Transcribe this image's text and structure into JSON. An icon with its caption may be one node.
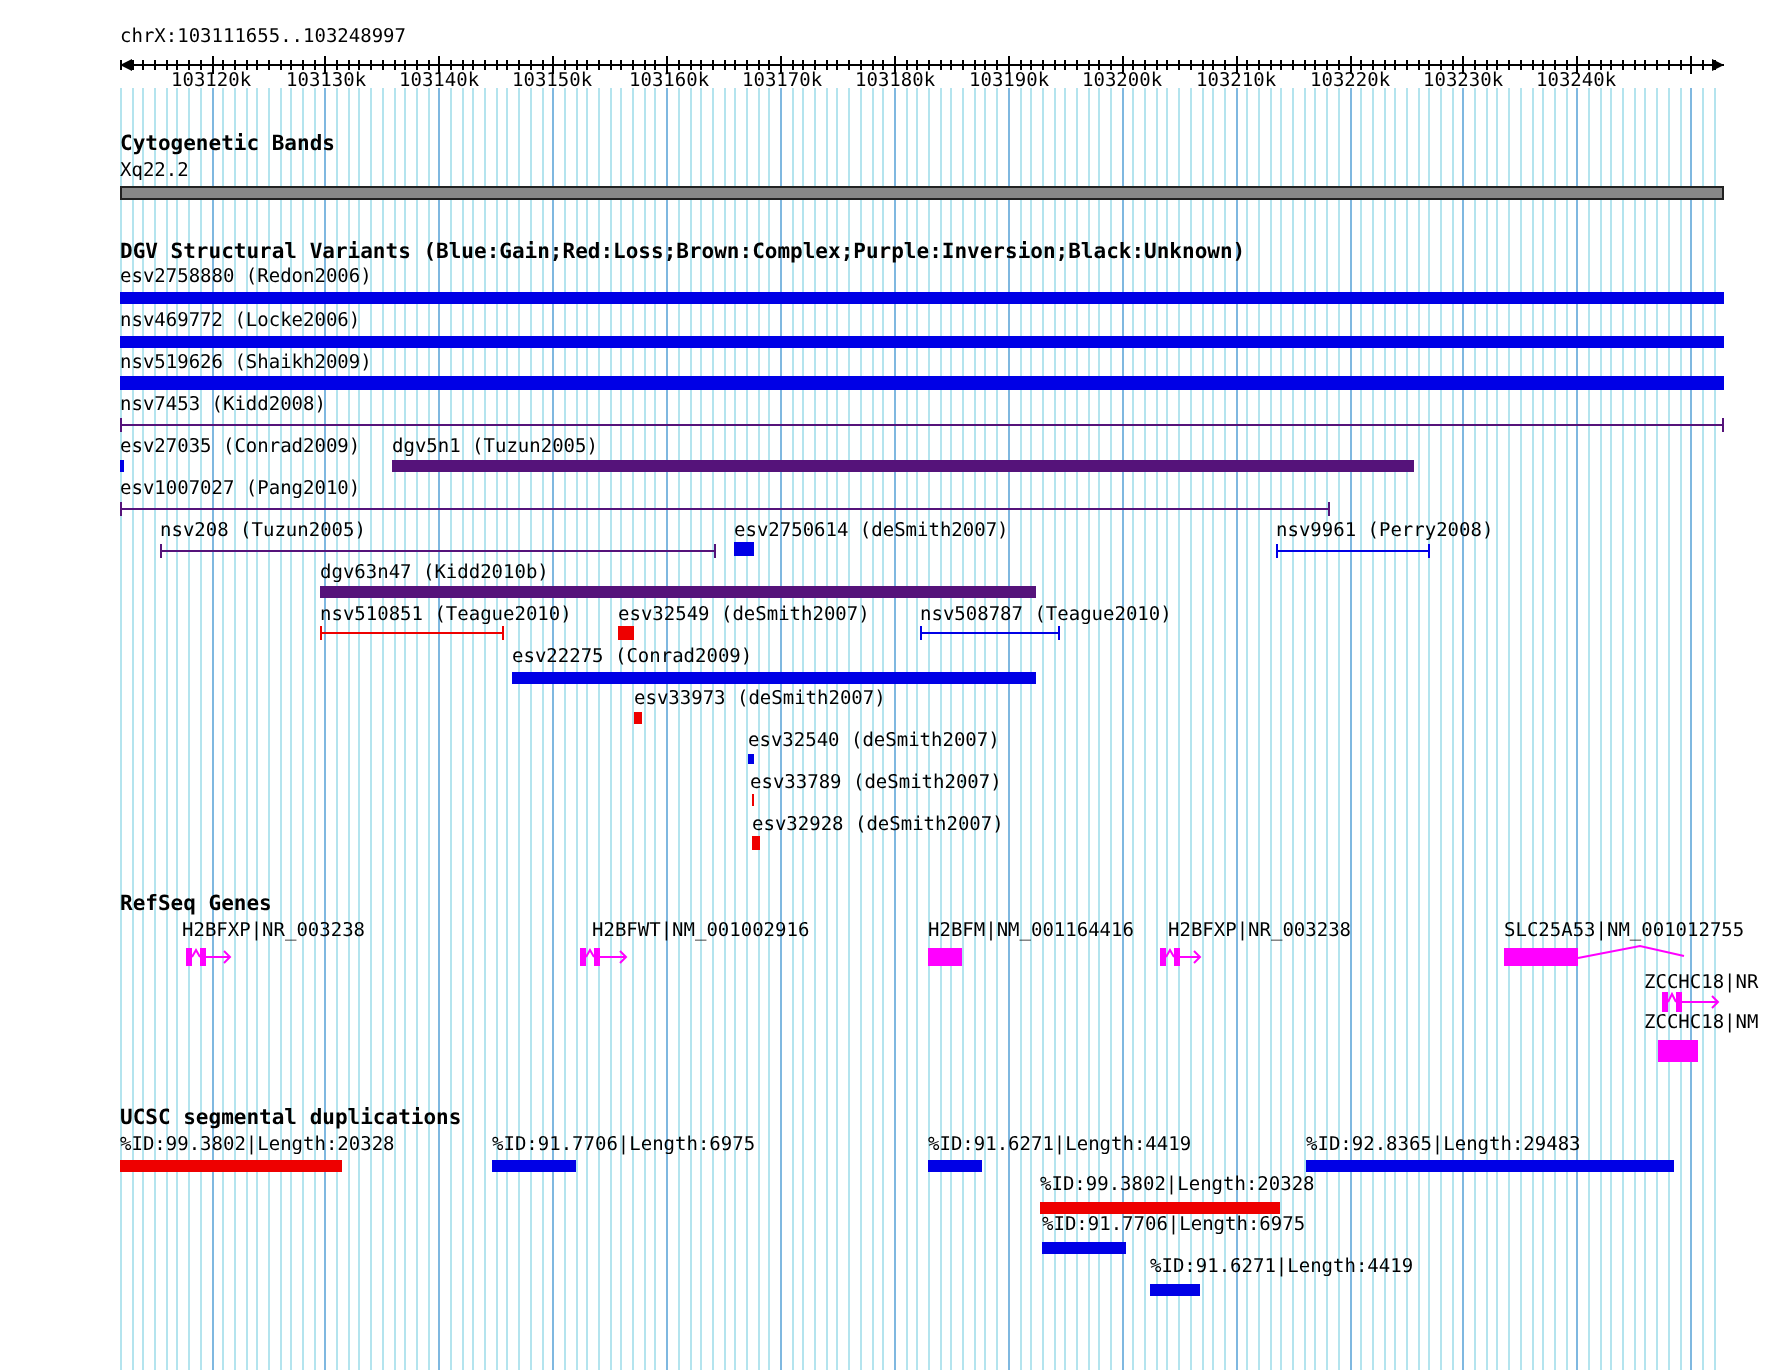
{
  "diagram": {
    "labels": [
      "chrX:103111655..103248997",
      "103120k",
      "103130k",
      "103140k",
      "103150k",
      "103160k",
      "103170k",
      "103180k",
      "103190k",
      "103200k",
      "103210k",
      "103220k",
      "103230k",
      "103240k",
      "Cytogenetic Bands",
      "Xq22.2",
      "DGV Structural Variants (Blue:Gain;Red:Loss;Brown:Complex;Purple:Inversion;Black:Unknown)",
      "esv2758880 (Redon2006)",
      "nsv469772 (Locke2006)",
      "nsv519626 (Shaikh2009)",
      "nsv7453 (Kidd2008)",
      "esv27035 (Conrad2009)",
      "dgv5n1 (Tuzun2005)",
      "esv1007027 (Pang2010)",
      "nsv208 (Tuzun2005)",
      "esv2750614 (deSmith2007)",
      "nsv9961 (Perry2008)",
      "dgv63n47 (Kidd2010b)",
      "nsv510851 (Teague2010)",
      "esv32549 (deSmith2007)",
      "nsv508787 (Teague2010)",
      "esv22275 (Conrad2009)",
      "esv33973 (deSmith2007)",
      "esv32540 (deSmith2007)",
      "esv33789 (deSmith2007)",
      "esv32928 (deSmith2007)",
      "RefSeq Genes",
      "H2BFXP|NR_003238",
      "H2BFWT|NM_001002916",
      "H2BFM|NM_001164416",
      "H2BFXP|NR_003238",
      "SLC25A53|NM_001012755",
      "ZCCHC18|NR",
      "ZCCHC18|NM",
      "UCSC segmental duplications",
      "%ID:99.3802|Length:20328",
      "%ID:91.7706|Length:6975",
      "%ID:91.6271|Length:4419",
      "%ID:92.8365|Length:29483",
      "%ID:99.3802|Length:20328",
      "%ID:91.7706|Length:6975",
      "%ID:91.6271|Length:4419"
    ]
  }
}
